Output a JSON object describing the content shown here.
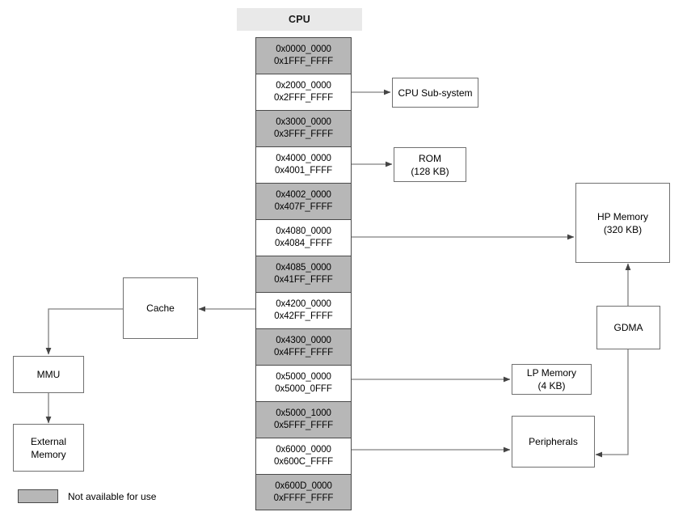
{
  "diagram": {
    "title": "CPU",
    "legend": {
      "swatch_color": "#b7b7b7",
      "label": "Not available for use"
    },
    "colors": {
      "blocked_fill": "#b7b7b7",
      "available_fill": "#ffffff",
      "block_border": "#4a4a4a",
      "node_border": "#707070",
      "header_band": "#e9e9e9",
      "edge": "#666666"
    },
    "memory_map": [
      {
        "start": "0x0000_0000",
        "end": "0x1FFF_FFFF",
        "available": false
      },
      {
        "start": "0x2000_0000",
        "end": "0x2FFF_FFFF",
        "available": true
      },
      {
        "start": "0x3000_0000",
        "end": "0x3FFF_FFFF",
        "available": false
      },
      {
        "start": "0x4000_0000",
        "end": "0x4001_FFFF",
        "available": true
      },
      {
        "start": "0x4002_0000",
        "end": "0x407F_FFFF",
        "available": false
      },
      {
        "start": "0x4080_0000",
        "end": "0x4084_FFFF",
        "available": true
      },
      {
        "start": "0x4085_0000",
        "end": "0x41FF_FFFF",
        "available": false
      },
      {
        "start": "0x4200_0000",
        "end": "0x42FF_FFFF",
        "available": true
      },
      {
        "start": "0x4300_0000",
        "end": "0x4FFF_FFFF",
        "available": false
      },
      {
        "start": "0x5000_0000",
        "end": "0x5000_0FFF",
        "available": true
      },
      {
        "start": "0x5000_1000",
        "end": "0x5FFF_FFFF",
        "available": false
      },
      {
        "start": "0x6000_0000",
        "end": "0x600C_FFFF",
        "available": true
      },
      {
        "start": "0x600D_0000",
        "end": "0xFFFF_FFFF",
        "available": false
      }
    ],
    "nodes": {
      "cpu_subsystem": {
        "label": "CPU Sub-system",
        "sublabel": ""
      },
      "rom": {
        "label": "ROM",
        "sublabel": "(128 KB)"
      },
      "hp_memory": {
        "label": "HP Memory",
        "sublabel": "(320 KB)"
      },
      "lp_memory": {
        "label": "LP Memory",
        "sublabel": "(4 KB)"
      },
      "peripherals": {
        "label": "Peripherals",
        "sublabel": ""
      },
      "gdma": {
        "label": "GDMA",
        "sublabel": ""
      },
      "cache": {
        "label": "Cache",
        "sublabel": ""
      },
      "mmu": {
        "label": "MMU",
        "sublabel": ""
      },
      "external_memory": {
        "label": "External",
        "sublabel": "Memory"
      }
    }
  }
}
